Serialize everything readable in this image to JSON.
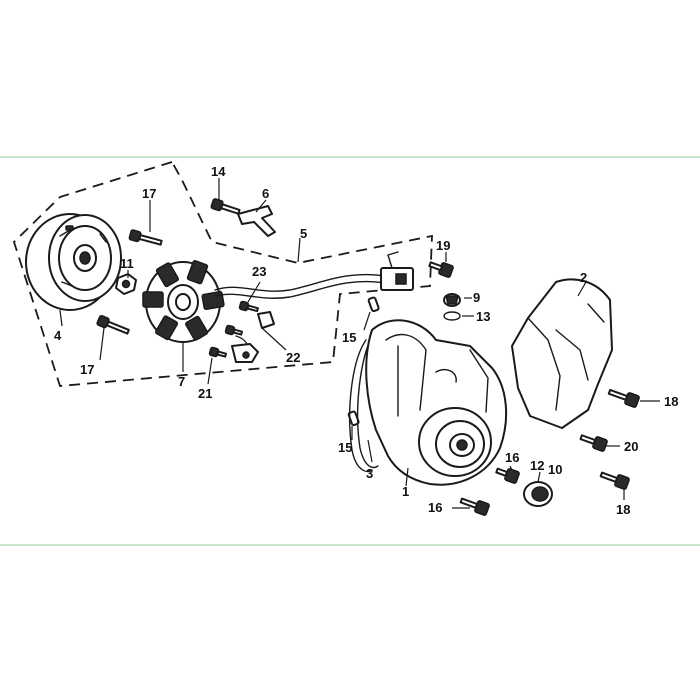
{
  "diagram": {
    "frame_color": "#b6dcb8",
    "line_color": "#1a1a1a",
    "callouts": [
      "1",
      "2",
      "3",
      "4",
      "5",
      "6",
      "7",
      "9",
      "10",
      "11",
      "12",
      "13",
      "14",
      "15",
      "15",
      "16",
      "16",
      "17",
      "17",
      "18",
      "18",
      "19",
      "20",
      "21",
      "22",
      "23"
    ],
    "parts": [
      "flywheel-rotor",
      "stator-coil",
      "wire-harness",
      "connector",
      "fan-cover",
      "cover-gasket",
      "shroud-cover",
      "cap-plug",
      "o-ring",
      "flange-bolt",
      "nut",
      "dowel-pin"
    ]
  }
}
